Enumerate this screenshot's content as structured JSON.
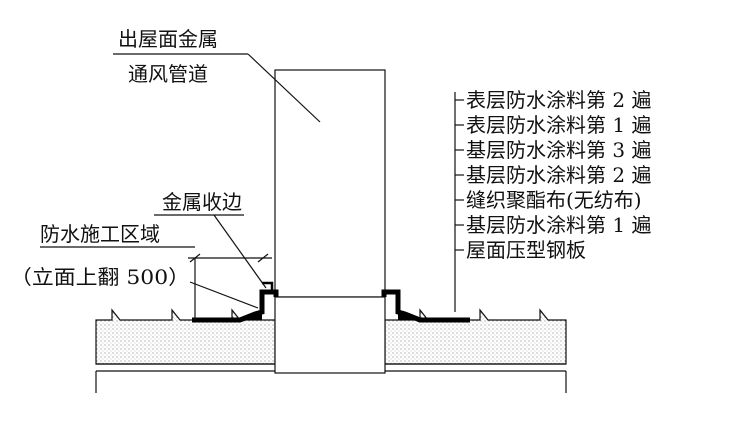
{
  "labels": {
    "pipe_line1": "出屋面金属",
    "pipe_line2": "通风管道",
    "metal_edge": "金属收边",
    "work_zone_line1": "防水施工区域",
    "work_zone_line2": "（立面上翻 500）"
  },
  "layers": [
    "表层防水涂料第 2 遍",
    "表层防水涂料第 1 遍",
    "基层防水涂料第 3 遍",
    "基层防水涂料第 2 遍",
    "缝织聚酯布(无纺布)",
    "基层防水涂料第 1 遍",
    "屋面压型钢板"
  ],
  "colors": {
    "ink": "#111111",
    "insulation_fill": "#e4e4e4"
  }
}
